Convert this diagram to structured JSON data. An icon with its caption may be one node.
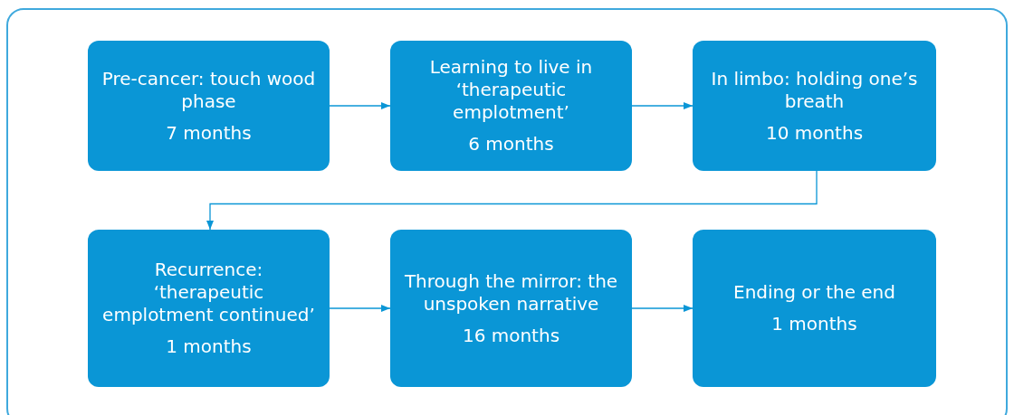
{
  "diagram": {
    "nodes": [
      {
        "text": [
          "Pre-cancer: touch wood phase",
          "7 months"
        ]
      },
      {
        "text": [
          "Learning to live in ‘therapeutic emplotment’",
          "6 months"
        ]
      },
      {
        "text": [
          "In limbo: holding one’s breath",
          "10 months"
        ]
      },
      {
        "text": [
          "Recurrence: ‘therapeutic emplotment continued’",
          "1 months"
        ]
      },
      {
        "text": [
          "Through the mirror: the unspoken narrative",
          "16 months"
        ]
      },
      {
        "text": [
          "Ending or the end",
          "1 months"
        ]
      }
    ],
    "edges": [
      {
        "from": 0,
        "to": 1,
        "arrow": "to"
      },
      {
        "from": 1,
        "to": 2,
        "arrow": "to"
      },
      {
        "from": 2,
        "to": 3,
        "arrow": "to"
      },
      {
        "from": 3,
        "to": 4,
        "arrow": "to"
      },
      {
        "from": 4,
        "to": 5,
        "arrow": "to"
      }
    ]
  }
}
